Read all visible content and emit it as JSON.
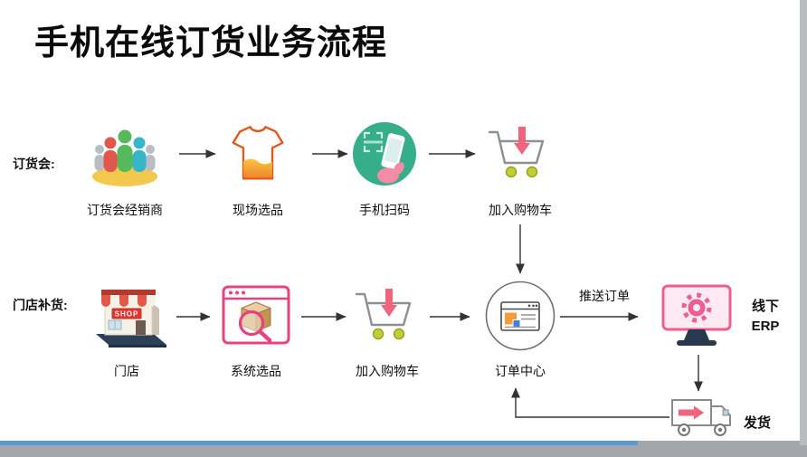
{
  "page": {
    "title": "手机在线订货业务流程"
  },
  "lanes": {
    "fair": {
      "label": "订货会:"
    },
    "store": {
      "label": "门店补货:"
    }
  },
  "nodes": {
    "dealer": {
      "label": "订货会经销商"
    },
    "onsite_pick": {
      "label": "现场选品"
    },
    "phone_scan": {
      "label": "手机扫码"
    },
    "cart_fair": {
      "label": "加入购物车"
    },
    "store": {
      "label": "门店"
    },
    "system_pick": {
      "label": "系统选品"
    },
    "cart_store": {
      "label": "加入购物车"
    },
    "order_center": {
      "label": "订单中心"
    },
    "erp": {
      "line1": "线下",
      "line2": "ERP"
    },
    "ship": {
      "label": "发货"
    }
  },
  "edges": {
    "push_order": {
      "label": "推送订单"
    }
  },
  "icons": {
    "shop_sign": "SHOP"
  },
  "colors": {
    "accent_pink": "#ee5f8f",
    "magenta_outline": "#e8427c",
    "scan_green": "#35ae89",
    "shirt_orange": "#f0862b",
    "wheel_yellow_green": "#c1ce35",
    "base_navy": "#28394e",
    "bottom_bar_blue": "#5b9bd5",
    "arrow_gray": "#333333"
  }
}
